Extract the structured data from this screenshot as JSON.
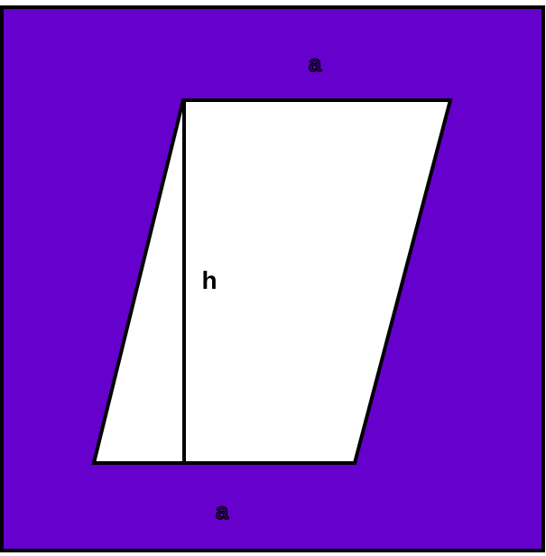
{
  "colors": {
    "background": "#6600CC",
    "shape_fill": "#FFFFFF",
    "line": "#000000",
    "frame": "#000000"
  },
  "labels": {
    "top_side": "a",
    "bottom_side": "a",
    "height": "h"
  }
}
